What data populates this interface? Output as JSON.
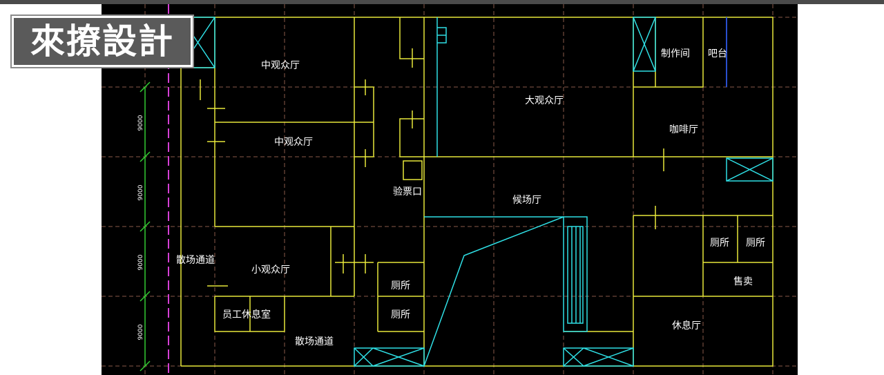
{
  "logo": {
    "text": "來撩設計"
  },
  "rooms": {
    "mid_hall_1": "中观众厅",
    "mid_hall_2": "中观众厅",
    "big_hall": "大观众厅",
    "workroom": "制作间",
    "bar": "吧台",
    "cafe": "咖啡厅",
    "ticket_check": "验票口",
    "waiting_hall": "候场厅",
    "exit_corridor_1": "散场通道",
    "exit_corridor_2": "散场通道",
    "small_hall": "小观众厅",
    "staff_lounge": "员工休息室",
    "toilet_1": "厕所",
    "toilet_2": "厕所",
    "toilet_3": "厕所",
    "toilet_4": "厕所",
    "shop": "售卖",
    "lounge": "休息厅"
  },
  "dimensions": [
    "9000",
    "9000",
    "9000",
    "9000"
  ],
  "colors": {
    "background": "#000000",
    "walls": "#e8e83a",
    "cyan": "#2fe0e6",
    "grid": "#8a5a4a",
    "green_dim": "#33cc33",
    "magenta_axis": "#d63fd6",
    "text": "#ffffff"
  }
}
